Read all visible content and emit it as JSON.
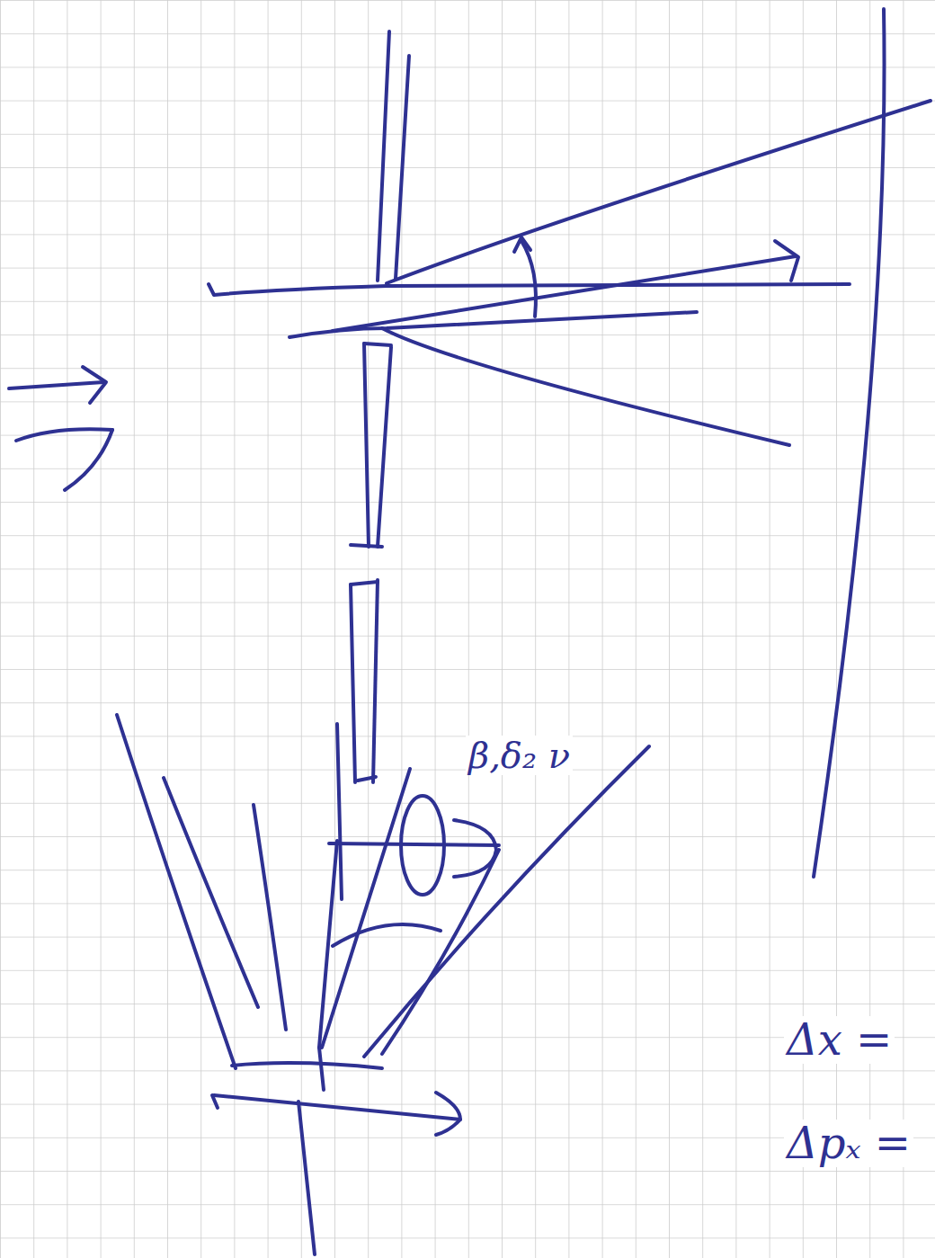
{
  "diagram": {
    "labels": [
      "β,δ₂ ν",
      "Δx =",
      "Δpₓ ="
    ]
  }
}
